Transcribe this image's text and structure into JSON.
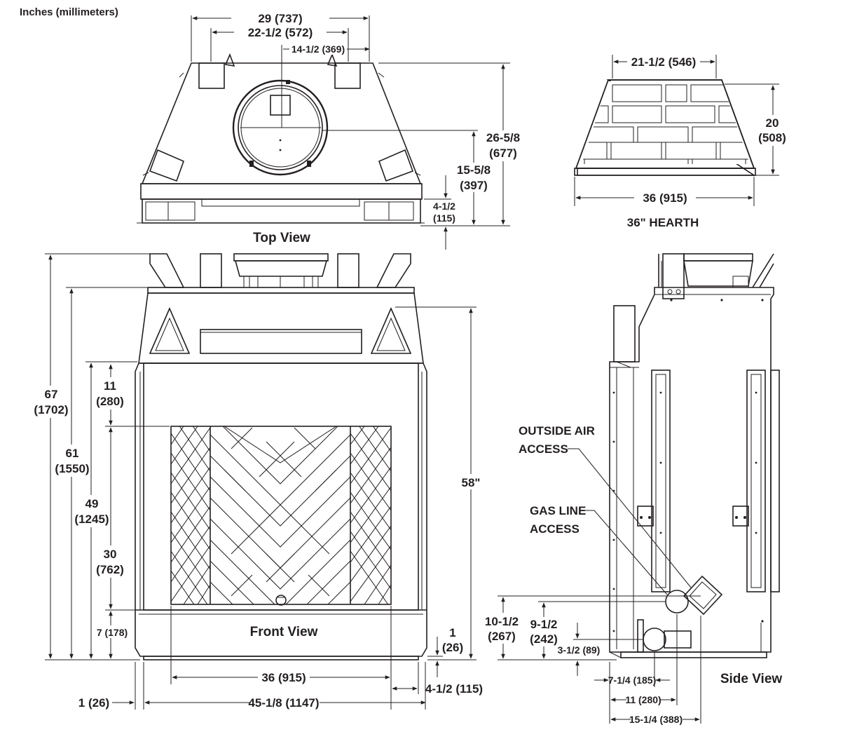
{
  "units_note": "Inches (millimeters)",
  "top_view": {
    "title": "Top View",
    "dims": {
      "overall_width": "29 (737)",
      "inner_width": "22-1/2 (572)",
      "half_width": "14-1/2 (369)",
      "depth_a": "26-5/8",
      "depth_a_mm": "(677)",
      "depth_b": "15-5/8",
      "depth_b_mm": "(397)",
      "depth_c": "4-1/2",
      "depth_c_mm": "(115)"
    }
  },
  "hearth": {
    "title": "36\" HEARTH",
    "dims": {
      "top_width": "21-1/2 (546)",
      "height": "20",
      "height_mm": "(508)",
      "bottom_width": "36 (915)"
    }
  },
  "front_view": {
    "title": "Front View",
    "dims": {
      "total_height": "67",
      "total_height_mm": "(1702)",
      "body_height": "61",
      "body_height_mm": "(1550)",
      "frame_height": "49",
      "frame_height_mm": "(1245)",
      "top_to_opening": "11",
      "top_to_opening_mm": "(280)",
      "opening_height": "30",
      "opening_height_mm": "(762)",
      "base_height": "7 (178)",
      "overall_height": "58\"",
      "base_offset": "1",
      "base_offset_mm": "(26)",
      "opening_width": "36 (915)",
      "side_offset": "4-1/2 (115)",
      "left_offset": "1 (26)",
      "overall_width": "45-1/8 (1147)"
    }
  },
  "side_view": {
    "title": "Side View",
    "labels": {
      "outside_air_1": "OUTSIDE AIR",
      "outside_air_2": "ACCESS",
      "gas_line_1": "GAS LINE",
      "gas_line_2": "ACCESS"
    },
    "dims": {
      "h1": "10-1/2",
      "h1_mm": "(267)",
      "h2": "9-1/2",
      "h2_mm": "(242)",
      "h3": "3-1/2 (89)",
      "w1": "7-1/4 (185)",
      "w2": "11 (280)",
      "w3": "15-1/4 (388)"
    }
  }
}
